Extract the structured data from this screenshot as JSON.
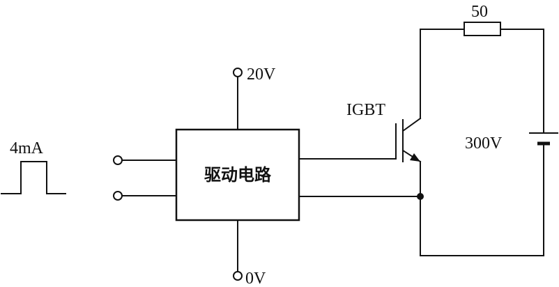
{
  "labels": {
    "pulse_current": "4mA",
    "driver_block": "驱动电路",
    "supply_high": "20V",
    "supply_low": "0V",
    "transistor": "IGBT",
    "resistor": "50",
    "dc_source": "300V"
  }
}
